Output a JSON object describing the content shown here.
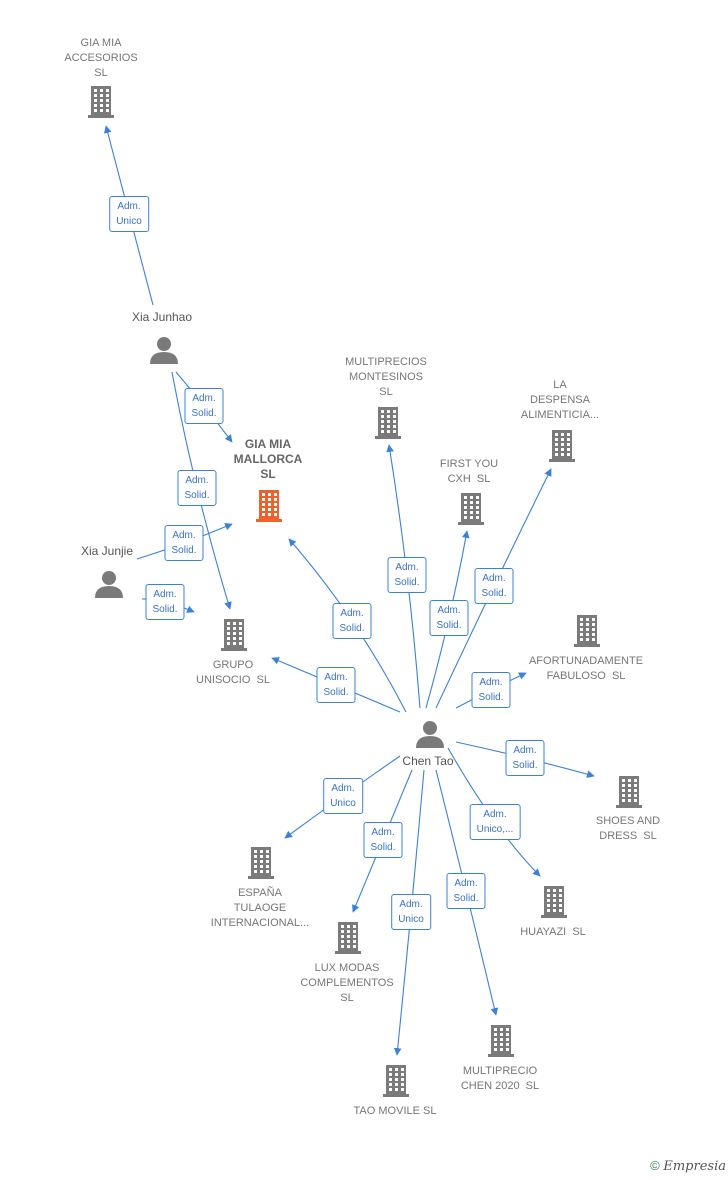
{
  "colors": {
    "edge": "#3b82d6",
    "company": "#7a7a7a",
    "company_main": "#f0622d",
    "person": "#7a7a7a"
  },
  "companies": [
    {
      "id": "gia_mia_accesorios",
      "label": "GIA MIA\nACCESORIOS\nSL",
      "main": false
    },
    {
      "id": "gia_mia_mallorca",
      "label": "GIA MIA\nMALLORCA\nSL",
      "main": true
    },
    {
      "id": "multiprecios_montesinos",
      "label": "MULTIPRECIOS\nMONTESINOS\nSL",
      "main": false
    },
    {
      "id": "la_despensa",
      "label": "LA\nDESPENSA\nALIMENTICIA...",
      "main": false
    },
    {
      "id": "first_you",
      "label": "FIRST YOU\nCXH  SL",
      "main": false
    },
    {
      "id": "grupo_unisocio",
      "label": "GRUPO\nUNISOCIO  SL",
      "main": false
    },
    {
      "id": "afortunadamente",
      "label": "AFORTUNADAMENTE\nFABULOSO  SL",
      "main": false
    },
    {
      "id": "shoes_dress",
      "label": "SHOES AND\nDRESS  SL",
      "main": false
    },
    {
      "id": "espana_tulaoge",
      "label": "ESPAÑA\nTULAOGE\nINTERNACIONAL...",
      "main": false
    },
    {
      "id": "huayazi",
      "label": "HUAYAZI  SL",
      "main": false
    },
    {
      "id": "lux_modas",
      "label": "LUX MODAS\nCOMPLEMENTOS\nSL",
      "main": false
    },
    {
      "id": "multiprecio_chen",
      "label": "MULTIPRECIO\nCHEN 2020  SL",
      "main": false
    },
    {
      "id": "tao_movile",
      "label": "TAO MOVILE SL",
      "main": false
    }
  ],
  "persons": [
    {
      "id": "xia_junhao",
      "label": "Xia Junhao"
    },
    {
      "id": "xia_junjie",
      "label": "Xia Junjie"
    },
    {
      "id": "chen_tao",
      "label": "Chen Tao"
    }
  ],
  "edges": [
    {
      "from": "xia_junhao",
      "to": "gia_mia_accesorios",
      "label": "Adm.\nUnico"
    },
    {
      "from": "xia_junhao",
      "to": "gia_mia_mallorca",
      "label": "Adm.\nSolid."
    },
    {
      "from": "xia_junhao",
      "to": "grupo_unisocio",
      "label": "Adm.\nSolid."
    },
    {
      "from": "xia_junjie",
      "to": "gia_mia_mallorca",
      "label": "Adm.\nSolid."
    },
    {
      "from": "xia_junjie",
      "to": "grupo_unisocio",
      "label": "Adm.\nSolid."
    },
    {
      "from": "chen_tao",
      "to": "gia_mia_mallorca",
      "label": "Adm.\nSolid."
    },
    {
      "from": "chen_tao",
      "to": "multiprecios_montesinos",
      "label": "Adm.\nSolid."
    },
    {
      "from": "chen_tao",
      "to": "first_you",
      "label": "Adm.\nSolid."
    },
    {
      "from": "chen_tao",
      "to": "la_despensa",
      "label": "Adm.\nSolid."
    },
    {
      "from": "chen_tao",
      "to": "grupo_unisocio",
      "label": "Adm.\nSolid."
    },
    {
      "from": "chen_tao",
      "to": "afortunadamente",
      "label": "Adm.\nSolid."
    },
    {
      "from": "chen_tao",
      "to": "shoes_dress",
      "label": "Adm.\nSolid."
    },
    {
      "from": "chen_tao",
      "to": "huayazi",
      "label": "Adm.\nUnico,..."
    },
    {
      "from": "chen_tao",
      "to": "espana_tulaoge",
      "label": "Adm.\nUnico"
    },
    {
      "from": "chen_tao",
      "to": "lux_modas",
      "label": "Adm.\nSolid."
    },
    {
      "from": "chen_tao",
      "to": "tao_movile",
      "label": "Adm.\nUnico"
    },
    {
      "from": "chen_tao",
      "to": "multiprecio_chen",
      "label": "Adm.\nSolid."
    }
  ],
  "copyright": {
    "symbol": "©",
    "brand": "Empresia"
  }
}
